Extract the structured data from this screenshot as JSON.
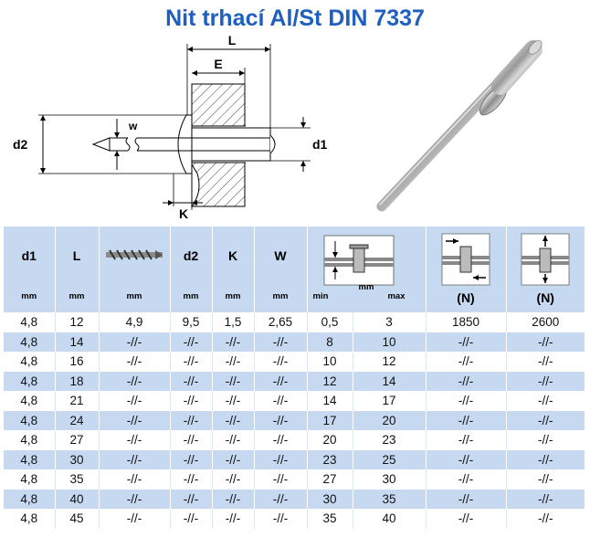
{
  "title": "Nit trhací Al/St DIN 7337",
  "drawing": {
    "label_L": "L",
    "label_E": "E",
    "label_w": "w",
    "label_d2": "d2",
    "label_d1": "d1",
    "label_K": "K"
  },
  "table": {
    "headers": [
      {
        "label": "d1",
        "unit": "mm"
      },
      {
        "label": "L",
        "unit": "mm"
      },
      {
        "label": "",
        "unit": "mm",
        "icon": "drill-bit-icon"
      },
      {
        "label": "d2",
        "unit": "mm"
      },
      {
        "label": "K",
        "unit": "mm"
      },
      {
        "label": "W",
        "unit": "mm"
      },
      {
        "label": "",
        "unit": "mm",
        "unit_min": "min",
        "icon": "grip-range-icon"
      },
      {
        "label": "",
        "unit_max": "max"
      },
      {
        "label": "",
        "unit": "(N)",
        "icon": "shear-force-icon"
      },
      {
        "label": "",
        "unit": "(N)",
        "icon": "tensile-force-icon"
      }
    ],
    "rows": [
      [
        "4,8",
        "12",
        "4,9",
        "9,5",
        "1,5",
        "2,65",
        "0,5",
        "3",
        "1850",
        "2600"
      ],
      [
        "4,8",
        "14",
        "-//-",
        "-//-",
        "-//-",
        "-//-",
        "8",
        "10",
        "-//-",
        "-//-"
      ],
      [
        "4,8",
        "16",
        "-//-",
        "-//-",
        "-//-",
        "-//-",
        "10",
        "12",
        "-//-",
        "-//-"
      ],
      [
        "4,8",
        "18",
        "-//-",
        "-//-",
        "-//-",
        "-//-",
        "12",
        "14",
        "-//-",
        "-//-"
      ],
      [
        "4,8",
        "21",
        "-//-",
        "-//-",
        "-//-",
        "-//-",
        "14",
        "17",
        "-//-",
        "-//-"
      ],
      [
        "4,8",
        "24",
        "-//-",
        "-//-",
        "-//-",
        "-//-",
        "17",
        "20",
        "-//-",
        "-//-"
      ],
      [
        "4,8",
        "27",
        "-//-",
        "-//-",
        "-//-",
        "-//-",
        "20",
        "23",
        "-//-",
        "-//-"
      ],
      [
        "4,8",
        "30",
        "-//-",
        "-//-",
        "-//-",
        "-//-",
        "23",
        "25",
        "-//-",
        "-//-"
      ],
      [
        "4,8",
        "35",
        "-//-",
        "-//-",
        "-//-",
        "-//-",
        "27",
        "30",
        "-//-",
        "-//-"
      ],
      [
        "4,8",
        "40",
        "-//-",
        "-//-",
        "-//-",
        "-//-",
        "30",
        "35",
        "-//-",
        "-//-"
      ],
      [
        "4,8",
        "45",
        "-//-",
        "-//-",
        "-//-",
        "-//-",
        "35",
        "40",
        "-//-",
        "-//-"
      ]
    ]
  },
  "colors": {
    "title": "#1f5fbf",
    "header_bg": "#c6d9f1",
    "stripe_bg": "#c6d9f1"
  }
}
